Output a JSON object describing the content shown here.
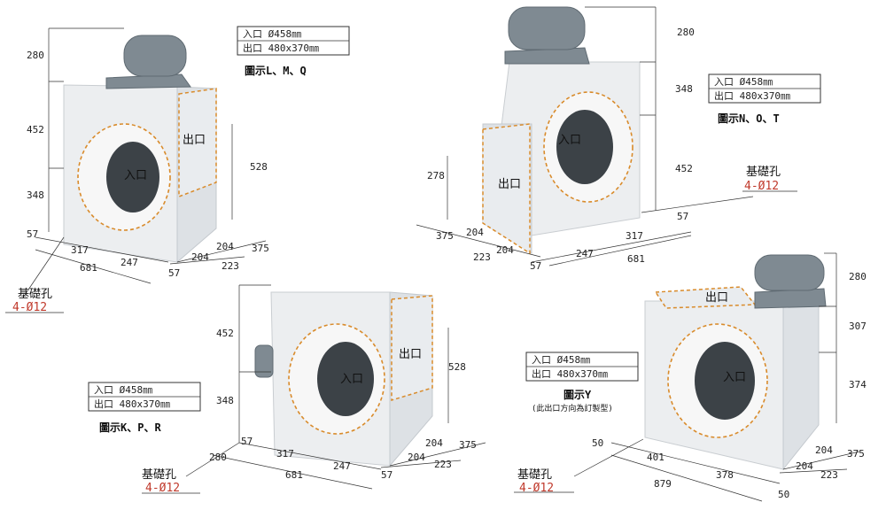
{
  "views": {
    "lmq": {
      "spec_inlet": "入口   Ø458㎜",
      "spec_outlet": "出口  480x370㎜",
      "caption": "圖示L、M、Q",
      "label_inlet": "入口",
      "label_outlet": "出口",
      "dims": {
        "d280": "280",
        "d452": "452",
        "d348": "348",
        "d57a": "57",
        "d317": "317",
        "d247": "247",
        "d681": "681",
        "d57b": "57",
        "d528": "528",
        "d204a": "204",
        "d375": "375",
        "d204b": "204",
        "d223": "223"
      },
      "base_label": "基礎孔",
      "base_spec": "4-Ø12"
    },
    "not": {
      "spec_inlet": "入口   Ø458㎜",
      "spec_outlet": "出口  480x370㎜",
      "caption": "圖示N、O、T",
      "label_inlet": "入口",
      "label_outlet": "出口",
      "dims": {
        "d280": "280",
        "d348": "348",
        "d452": "452",
        "d278": "278",
        "d375": "375",
        "d204a": "204",
        "d223": "223",
        "d204b": "204",
        "d57a": "57",
        "d247": "247",
        "d317": "317",
        "d681": "681",
        "d57b": "57"
      },
      "base_label": "基礎孔",
      "base_spec": "4-Ø12"
    },
    "kpr": {
      "spec_inlet": "入口   Ø458㎜",
      "spec_outlet": "出口  480x370㎜",
      "caption": "圖示K、P、R",
      "label_inlet": "入口",
      "label_outlet": "出口",
      "dims": {
        "d452": "452",
        "d348": "348",
        "d57a": "57",
        "d280": "280",
        "d317": "317",
        "d247": "247",
        "d681": "681",
        "d57b": "57",
        "d528": "528",
        "d204a": "204",
        "d375": "375",
        "d204b": "204",
        "d223": "223"
      },
      "base_label": "基礎孔",
      "base_spec": "4-Ø12"
    },
    "y": {
      "spec_inlet": "入口   Ø458㎜",
      "spec_outlet": "出口  480x370㎜",
      "caption": "圖示Y",
      "caption_note": "(此出口方向為訂製型)",
      "label_inlet": "入口",
      "label_outlet": "出口",
      "dims": {
        "d280": "280",
        "d307": "307",
        "d374": "374",
        "d50a": "50",
        "d401": "401",
        "d378": "378",
        "d879": "879",
        "d50b": "50",
        "d204": "204",
        "d375": "375",
        "d204b": "204",
        "d223": "223"
      },
      "base_label": "基礎孔",
      "base_spec": "4-Ø12"
    }
  }
}
